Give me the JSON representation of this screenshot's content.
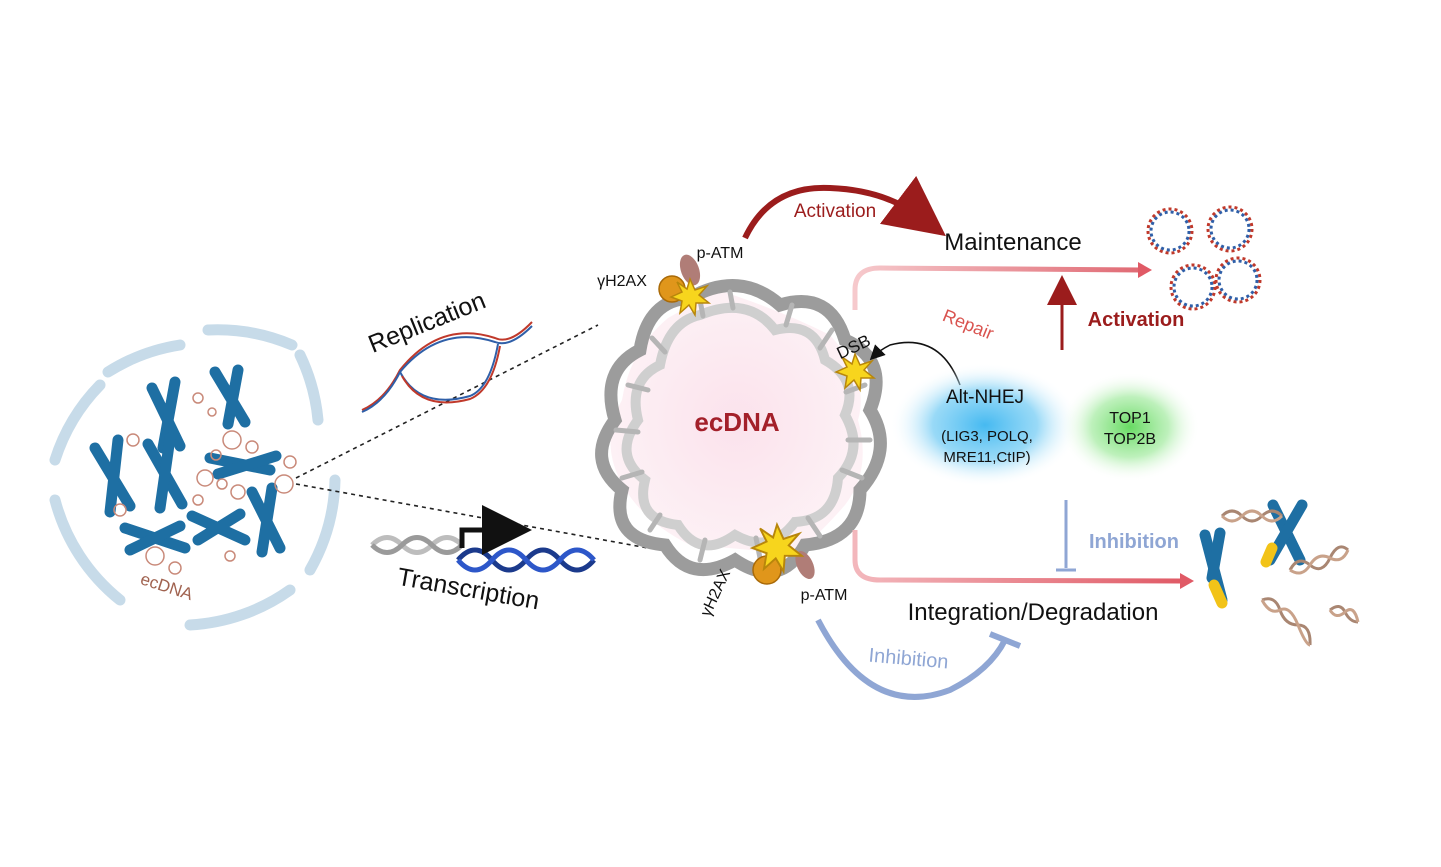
{
  "nucleus": {
    "ecdna_label": "ecDNA"
  },
  "processes": {
    "replication": "Replication",
    "transcription": "Transcription"
  },
  "center": {
    "ecdna_title": "ecDNA",
    "top_patm": "p-ATM",
    "top_gh2ax": "γH2AX",
    "bottom_patm": "p-ATM",
    "bottom_gh2ax": "γH2AX",
    "dsb": "DSB"
  },
  "arrows": {
    "activation_top": "Activation",
    "repair": "Repair",
    "activation_right": "Activation",
    "inhibition_right": "Inhibition",
    "inhibition_bottom": "Inhibition"
  },
  "outcomes": {
    "maintenance": "Maintenance",
    "integration": "Integration/Degradation"
  },
  "alt_nhej": {
    "title": "Alt-NHEJ",
    "line1": "(LIG3, POLQ,",
    "line2": "MRE11,CtIP)"
  },
  "top": {
    "line1": "TOP1",
    "line2": "TOP2B"
  },
  "colors": {
    "chromosome": "#1e6fa3",
    "ecdna_circle": "#c98a7a",
    "activation": "#9b1c1c",
    "inhibition": "#8fa6d4",
    "repair": "#d9534f",
    "outcome_line": "#e58a8f",
    "dna_gray": "#8a8a8a",
    "ecdna_fill": "#fbe6ee",
    "alt_nhej_glow": "#55c3ef",
    "top_glow": "#7ee07a"
  }
}
